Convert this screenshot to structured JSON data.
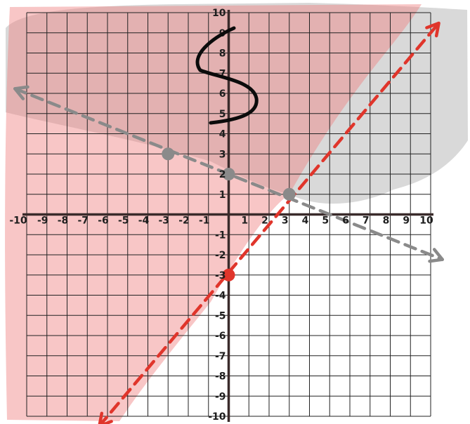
{
  "chart_data": {
    "type": "scatter",
    "xlim": [
      -10,
      10
    ],
    "ylim": [
      -10,
      10
    ],
    "grid": true,
    "x_tick_labels": [
      "-10",
      "-9",
      "-8",
      "-7",
      "-6",
      "-5",
      "-4",
      "-3",
      "-2",
      "-1",
      "1",
      "2",
      "3",
      "4",
      "5",
      "6",
      "7",
      "8",
      "9",
      "10"
    ],
    "y_tick_labels": [
      "10",
      "9",
      "8",
      "7",
      "6",
      "5",
      "4",
      "3",
      "2",
      "1",
      "-1",
      "-2",
      "-3",
      "-4",
      "-5",
      "-6",
      "-7",
      "-8",
      "-9",
      "-10"
    ],
    "lines": [
      {
        "id": "red-line",
        "style": "dashed",
        "color": "#e0352b",
        "p1": [
          -6,
          -10
        ],
        "p2": [
          10,
          9
        ]
      },
      {
        "id": "gray-line",
        "style": "dashed",
        "color": "#8a8a8a",
        "p1": [
          -10,
          6
        ],
        "p2": [
          10,
          -2
        ]
      }
    ],
    "points": [
      {
        "id": "red-y-intercept",
        "x": 0,
        "y": -3,
        "color": "#e0352b"
      },
      {
        "id": "gray-y-intercept",
        "x": 0,
        "y": 2,
        "color": "#8a8a8a"
      },
      {
        "id": "gray-second-point",
        "x": -3,
        "y": 3,
        "color": "#8a8a8a"
      },
      {
        "id": "intersection-point",
        "x": 3,
        "y": 1,
        "color": "#8a8a8a"
      }
    ],
    "handwritten_mark": "S",
    "colors": {
      "red_shade": "#f08080",
      "gray_shade": "#b9b9b9",
      "grid": "#222222",
      "axis": "#3a2b2b"
    }
  }
}
